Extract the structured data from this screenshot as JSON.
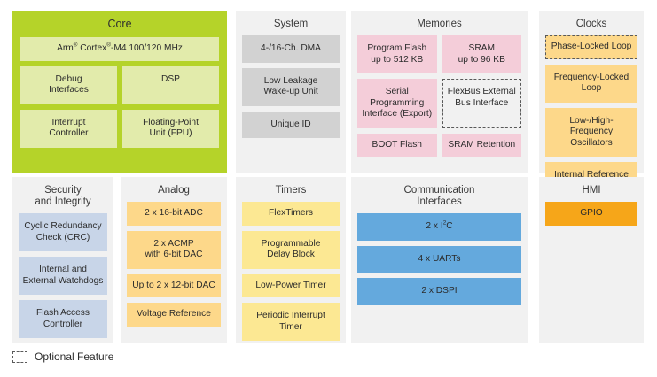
{
  "legend": {
    "swatch_name": "dashed-outline-swatch",
    "label": "Optional Feature"
  },
  "panels": {
    "core": {
      "title": "Core",
      "color": "#b5d329",
      "block_color": "#e2ebab",
      "blocks": [
        {
          "label": "Arm® Cortex®-M4 100/120 MHz",
          "html": "Arm<sup>®</sup> Cortex<sup>®</sup>-M4 100/120 MHz",
          "optional": false
        },
        {
          "label": "Debug\nInterfaces",
          "optional": false
        },
        {
          "label": "DSP",
          "optional": false
        },
        {
          "label": "Interrupt\nController",
          "optional": false
        },
        {
          "label": "Floating-Point\nUnit (FPU)",
          "optional": false
        }
      ]
    },
    "system": {
      "title": "System",
      "color": "#f1f1f1",
      "block_color": "#d2d2d2",
      "blocks": [
        {
          "label": "4-/16-Ch. DMA",
          "optional": false
        },
        {
          "label": "Low Leakage\nWake-up Unit",
          "optional": false
        },
        {
          "label": "Unique ID",
          "optional": false
        }
      ]
    },
    "memories": {
      "title": "Memories",
      "color": "#f1f1f1",
      "block_color": "#f4cdd9",
      "blocks": [
        {
          "label": "Program Flash\nup to 512 KB",
          "optional": false
        },
        {
          "label": "SRAM\nup to 96 KB",
          "optional": false
        },
        {
          "label": "Serial Programming\nInterface (Export)",
          "optional": false
        },
        {
          "label": "FlexBus External\nBus Interface",
          "optional": true
        },
        {
          "label": "BOOT Flash",
          "optional": false
        },
        {
          "label": "SRAM Retention",
          "optional": false
        }
      ]
    },
    "clocks": {
      "title": "Clocks",
      "color": "#f1f1f1",
      "block_color": "#fdd88a",
      "blocks": [
        {
          "label": "Phase-Locked Loop",
          "optional": true
        },
        {
          "label": "Frequency-Locked\nLoop",
          "optional": false
        },
        {
          "label": "Low-/High-\nFrequency Oscillators",
          "optional": false
        },
        {
          "label": "Internal Reference\nClocks",
          "optional": false
        }
      ]
    },
    "security": {
      "title": "Security\nand Integrity",
      "color": "#f1f1f1",
      "block_color": "#c8d5e8",
      "blocks": [
        {
          "label": "Cyclic Redundancy\nCheck (CRC)",
          "optional": false
        },
        {
          "label": "Internal and\nExternal Watchdogs",
          "optional": false
        },
        {
          "label": "Flash Access\nController",
          "optional": false
        }
      ]
    },
    "analog": {
      "title": "Analog",
      "color": "#f1f1f1",
      "block_color": "#fdd88a",
      "blocks": [
        {
          "label": "2 x 16-bit ADC",
          "optional": false
        },
        {
          "label": "2 x ACMP\nwith 6-bit DAC",
          "optional": false
        },
        {
          "label": "Up to 2 x 12-bit DAC",
          "optional": false
        },
        {
          "label": "Voltage Reference",
          "optional": false
        }
      ]
    },
    "timers": {
      "title": "Timers",
      "color": "#f1f1f1",
      "block_color": "#fce893",
      "blocks": [
        {
          "label": "FlexTimers",
          "optional": false
        },
        {
          "label": "Programmable\nDelay Block",
          "optional": false
        },
        {
          "label": "Low-Power Timer",
          "optional": false
        },
        {
          "label": "Periodic Interrupt\nTimer",
          "optional": false
        }
      ]
    },
    "communication": {
      "title": "Communication\nInterfaces",
      "color": "#f1f1f1",
      "block_color": "#64a9dd",
      "blocks": [
        {
          "label": "2 x I²C",
          "html": "2 x I<sup>2</sup>C",
          "optional": false
        },
        {
          "label": "4 x UARTs",
          "optional": false
        },
        {
          "label": "2 x DSPI",
          "optional": false
        }
      ]
    },
    "hmi": {
      "title": "HMI",
      "color": "#f1f1f1",
      "block_color": "#f6a619",
      "blocks": [
        {
          "label": "GPIO",
          "optional": false
        }
      ]
    }
  }
}
